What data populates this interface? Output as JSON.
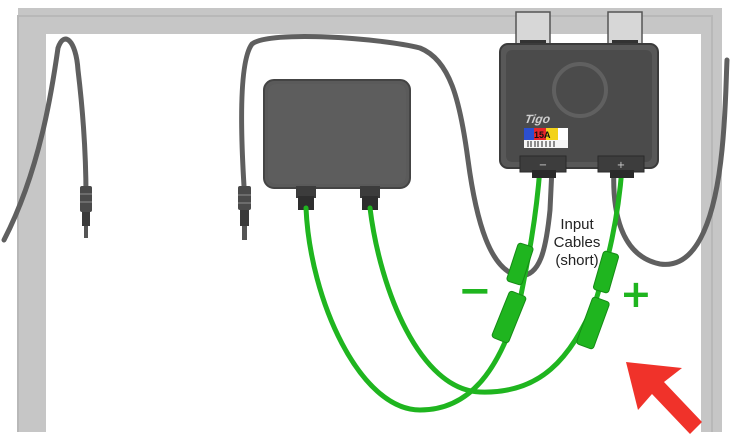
{
  "annotation": {
    "lines": [
      "Input",
      "Cables",
      "(short)"
    ]
  },
  "polarity": {
    "negative": "−",
    "positive": "+"
  },
  "optimizer": {
    "brand": "Tigo",
    "rating": "15A",
    "terminal_negative": "−",
    "terminal_positive": "+"
  },
  "colors": {
    "frame": "#c4c4c4",
    "cable_gray": "#5f5f5f",
    "cable_green": "#1fb51f",
    "box_dark": "#555555",
    "arrow": "#f0322a"
  },
  "icons": [
    "arrow-icon",
    "mc4-connector-icon"
  ]
}
